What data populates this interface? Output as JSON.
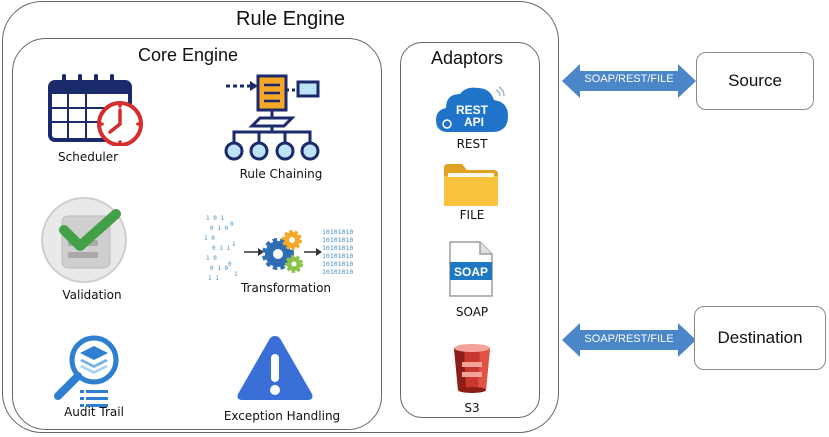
{
  "title": "Rule Engine",
  "core": {
    "title": "Core Engine",
    "modules": [
      {
        "label": "Scheduler",
        "icon": "calendar-clock-icon"
      },
      {
        "label": "Rule Chaining",
        "icon": "hierarchy-icon"
      },
      {
        "label": "Validation",
        "icon": "checklist-icon"
      },
      {
        "label": "Transformation",
        "icon": "gears-binary-icon"
      },
      {
        "label": "Audit Trail",
        "icon": "magnifier-layers-icon"
      },
      {
        "label": "Exception Handling",
        "icon": "warning-triangle-icon"
      }
    ]
  },
  "adaptors": {
    "title": "Adaptors",
    "items": [
      {
        "label": "REST",
        "icon": "rest-api-cloud-icon",
        "icon_text": [
          "REST",
          "API"
        ]
      },
      {
        "label": "FILE",
        "icon": "folder-icon"
      },
      {
        "label": "SOAP",
        "icon": "soap-document-icon",
        "icon_text": "SOAP"
      },
      {
        "label": "S3",
        "icon": "aws-s3-icon"
      }
    ]
  },
  "connections": [
    {
      "label": "SOAP/REST/FILE",
      "target": "Source"
    },
    {
      "label": "SOAP/REST/FILE",
      "target": "Destination"
    }
  ],
  "colors": {
    "arrow": "#4a86c8",
    "navy": "#1b2a6b",
    "red": "#d32f2f",
    "green": "#43a047",
    "blue_icon": "#2f6db5",
    "folder": "#f9c23c",
    "s3_red": "#c7372f"
  }
}
